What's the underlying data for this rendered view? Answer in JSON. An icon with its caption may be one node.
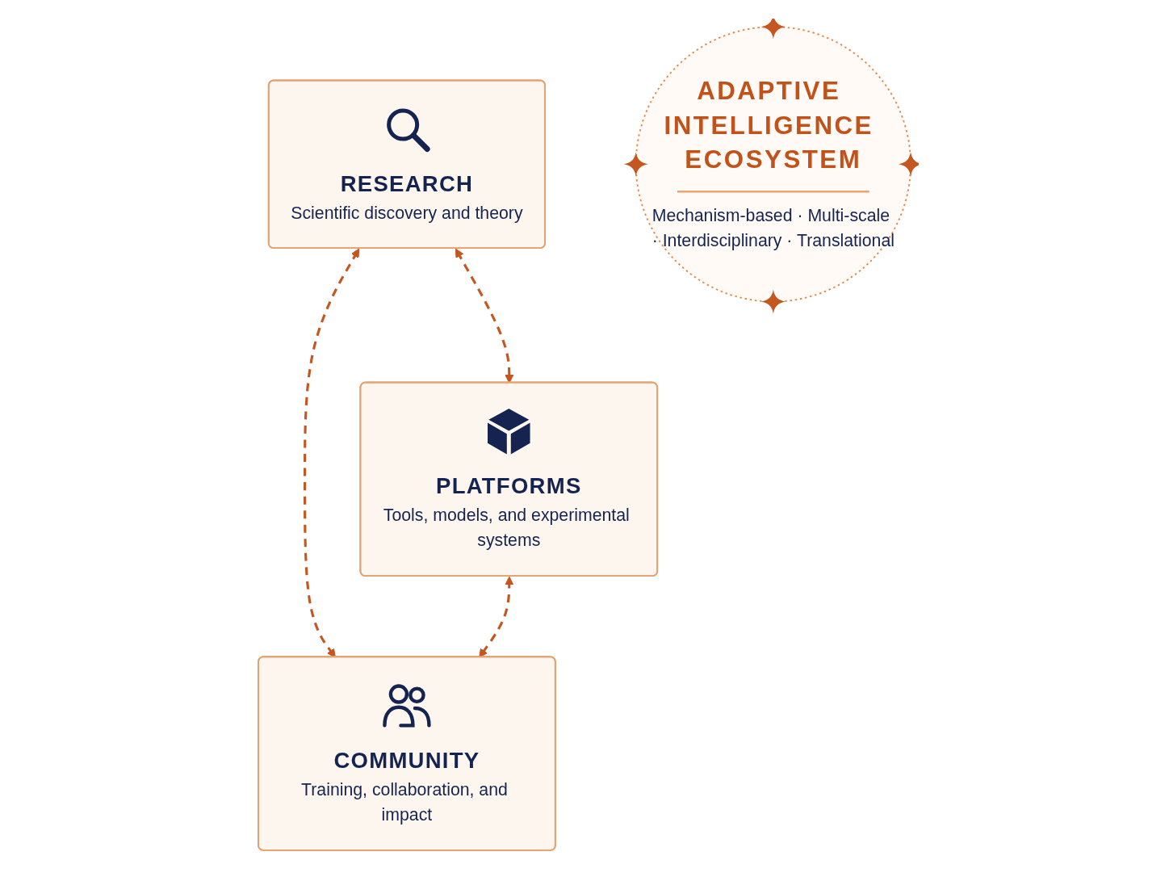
{
  "diagram": {
    "nodes": [
      {
        "text": [
          "RESEARCH",
          "Scientific discovery and theory"
        ]
      },
      {
        "text": [
          "ADAPTIVE INTELLIGENCE ECOSYSTEM",
          "Mechanism-based · Multi-scale · Interdisciplinary · Translational"
        ]
      },
      {
        "text": [
          "PLATFORMS",
          "Tools, models, and experimental systems"
        ]
      },
      {
        "text": [
          "COMMUNITY",
          "Training, collaboration, and impact"
        ]
      }
    ],
    "edges": [
      {
        "from": 0,
        "to": 2,
        "arrow": "both",
        "style": "dashed"
      },
      {
        "from": 0,
        "to": 3,
        "arrow": "both",
        "style": "dashed"
      },
      {
        "from": 2,
        "to": 3,
        "arrow": "both",
        "style": "dashed"
      }
    ]
  }
}
